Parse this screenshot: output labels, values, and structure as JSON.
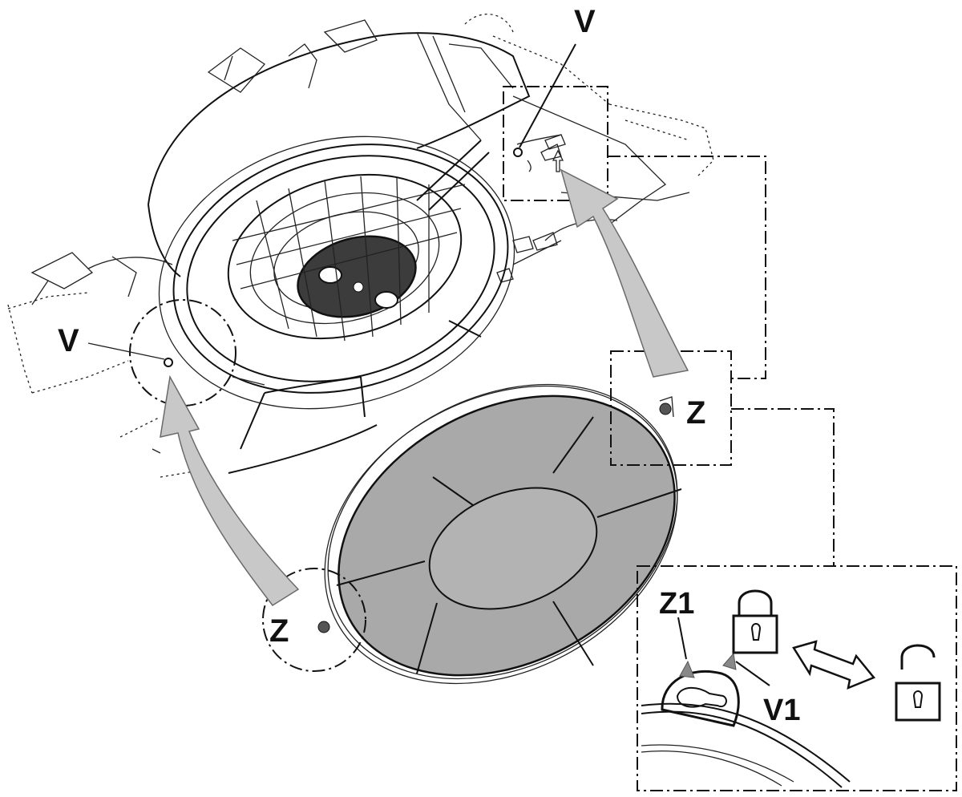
{
  "labels": {
    "v_top": "V",
    "v_left": "V",
    "z_right": "Z",
    "z_bottom": "Z",
    "z1": "Z1",
    "v1": "V1"
  },
  "icons": {
    "lock_closed": "padlock-closed-icon",
    "lock_open": "padlock-open-icon",
    "double_arrow": "double-arrow-icon"
  },
  "colors": {
    "filter": "#a9a9a9",
    "arrow": "#c8c8c8",
    "line": "#111111"
  }
}
